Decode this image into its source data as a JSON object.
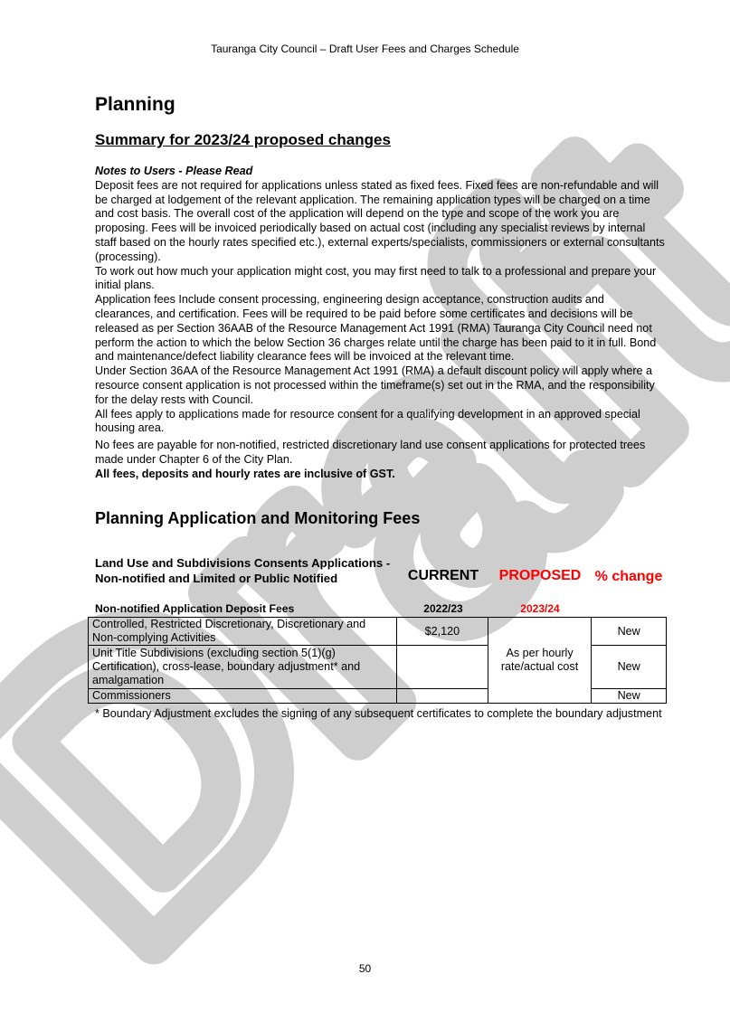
{
  "header": {
    "title": "Tauranga City Council – Draft User Fees and Charges Schedule"
  },
  "watermark": {
    "text": "Draft",
    "color": "#c6c6c6"
  },
  "page_title": "Planning",
  "summary_heading": "Summary for 2023/24 proposed changes",
  "notes": {
    "title": "Notes to Users - Please Read",
    "p1": "Deposit fees are not required for applications unless stated as fixed fees. Fixed fees are non-refundable and will be charged at lodgement of the relevant application. The remaining application types will be charged on a time and cost basis. The overall cost of the application will depend on the type and scope of the work you are proposing. Fees will be invoiced periodically based on actual cost (including any specialist reviews by internal staff based on the hourly rates specified etc.), external experts/specialists, commissioners or external consultants (processing).",
    "p2": "To work out how much your application might cost, you may first need to talk to a professional and prepare your initial plans.",
    "p3": "Application fees Include consent processing, engineering design acceptance, construction audits and clearances, and certification. Fees will be required to be paid before some certificates and decisions will be released as per Section 36AAB of the Resource Management Act 1991 (RMA) Tauranga City Council need not perform the action to which the below Section 36 charges relate until the charge has been paid to it in full. Bond and maintenance/defect liability clearance fees will be invoiced at the relevant time.",
    "p4": "Under Section 36AA of the Resource Management Act 1991 (RMA) a default discount policy will apply where a resource consent application is not processed within the timeframe(s) set out in the RMA, and the responsibility for the delay rests with Council.",
    "p5": "All fees apply to applications made for resource consent for a qualifying development in an approved special housing area.",
    "p6": "No fees are payable for non-notified, restricted discretionary land use consent applications for protected trees made under Chapter 6 of the City Plan.",
    "p7": "All fees, deposits and hourly rates are inclusive of GST."
  },
  "fees_heading": "Planning Application and Monitoring Fees",
  "table_section": {
    "heading": "Land Use and Subdivisions Consents Applications - Non-notified and Limited or Public Notified",
    "subheading": "Non-notified Application Deposit Fees",
    "col_current": "CURRENT",
    "col_proposed": "PROPOSED",
    "col_change": "% change",
    "year_current": "2022/23",
    "year_proposed": "2023/24",
    "rows": [
      {
        "description": "Controlled, Restricted Discretionary, Discretionary and Non-complying Activities",
        "current": "$2,120",
        "change": "New"
      },
      {
        "description": "Unit Title Subdivisions (excluding section 5(1)(g) Certification), cross-lease, boundary adjustment* and amalgamation",
        "current": "",
        "change": "New"
      },
      {
        "description": "Commissioners",
        "current": "",
        "change": "New"
      }
    ],
    "proposed_merged": "As per hourly rate/actual cost",
    "footnote": "* Boundary Adjustment excludes the signing of any subsequent certificates to complete the boundary adjustment"
  },
  "page_number": "50"
}
